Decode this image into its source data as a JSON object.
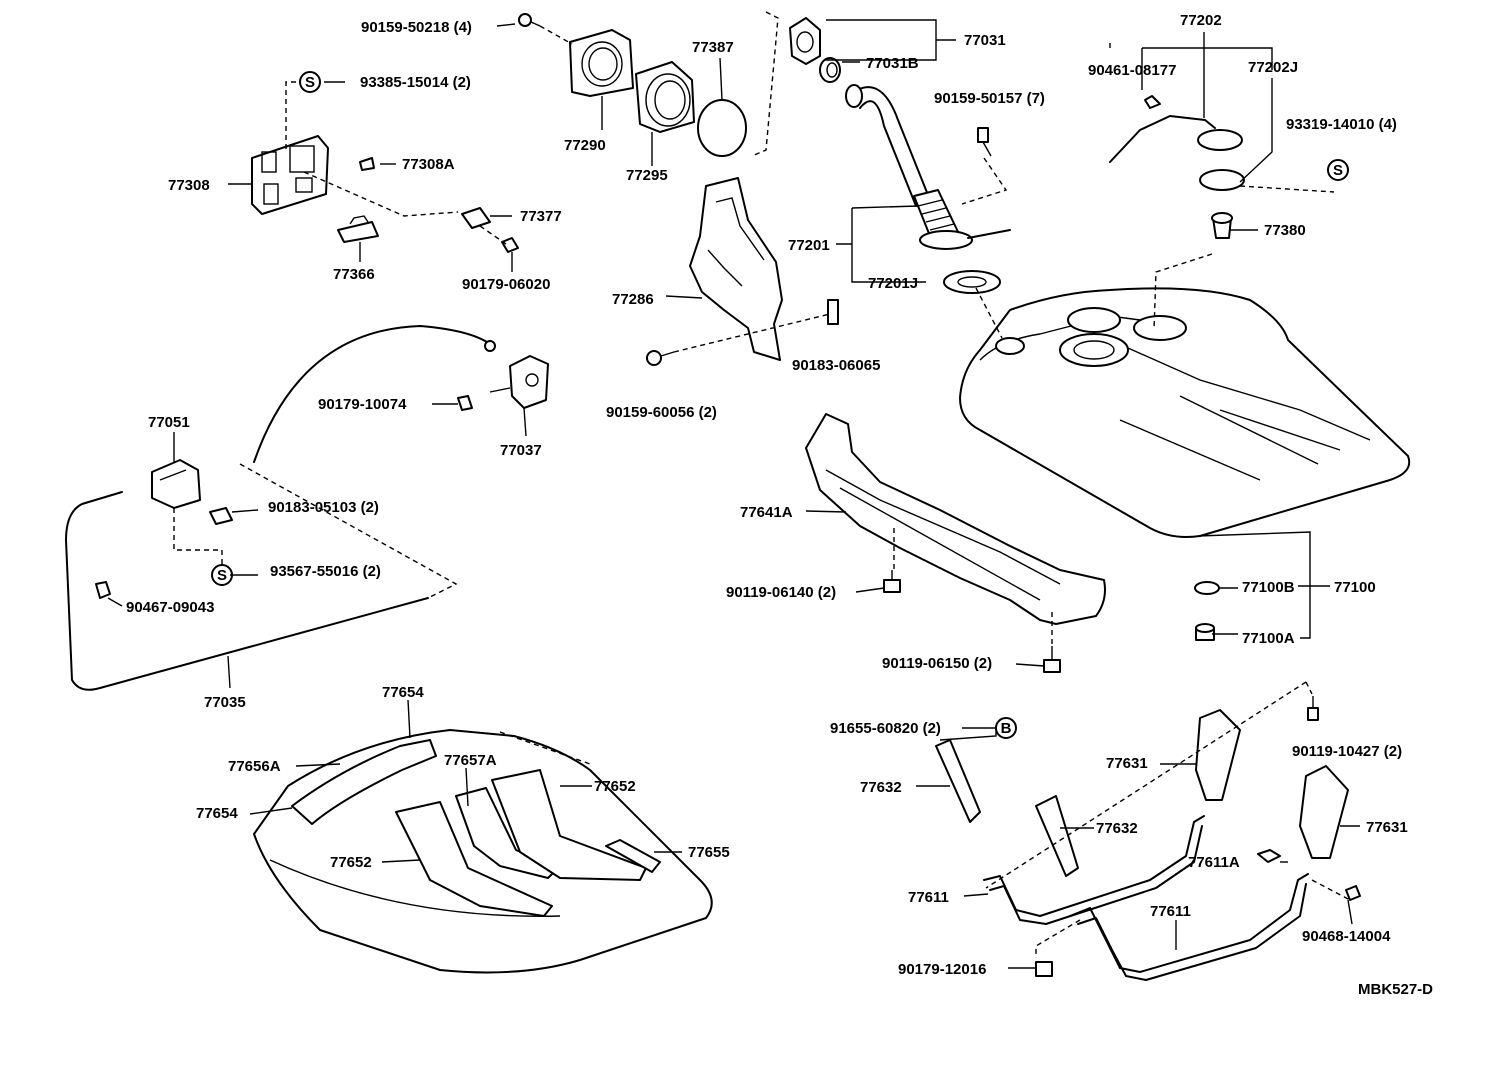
{
  "labels": {
    "l_90159_50218": "90159-50218 (4)",
    "l_93385_15014": "93385-15014 (2)",
    "l_77308": "77308",
    "l_77308A": "77308A",
    "l_77366": "77366",
    "l_77377": "77377",
    "l_90179_06020": "90179-06020",
    "l_77290": "77290",
    "l_77295": "77295",
    "l_77387": "77387",
    "l_77031": "77031",
    "l_77031B": "77031B",
    "l_90159_50157": "90159-50157 (7)",
    "l_77202": "77202",
    "l_90461_08177": "90461-08177",
    "l_77202J": "77202J",
    "l_93319_14010": "93319-14010 (4)",
    "l_77380": "77380",
    "l_77201": "77201",
    "l_77201J": "77201J",
    "l_77286": "77286",
    "l_90183_06065": "90183-06065",
    "l_90159_60056": "90159-60056 (2)",
    "l_90179_10074": "90179-10074",
    "l_77037": "77037",
    "l_77051": "77051",
    "l_90183_05103": "90183-05103 (2)",
    "l_93567_55016": "93567-55016 (2)",
    "l_90467_09043": "90467-09043",
    "l_77035": "77035",
    "l_77641A": "77641A",
    "l_90119_06140": "90119-06140 (2)",
    "l_90119_06150": "90119-06150 (2)",
    "l_77100B": "77100B",
    "l_77100": "77100",
    "l_77100A": "77100A",
    "l_77654_top": "77654",
    "l_77656A": "77656A",
    "l_77657A": "77657A",
    "l_77652_right": "77652",
    "l_77654_left": "77654",
    "l_77652_left": "77652",
    "l_77655": "77655",
    "l_91655_60820": "91655-60820 (2)",
    "l_77632_a": "77632",
    "l_77631_a": "77631",
    "l_90119_10427": "90119-10427 (2)",
    "l_77632_b": "77632",
    "l_77631_b": "77631",
    "l_77611A": "77611A",
    "l_77611_a": "77611",
    "l_77611_b": "77611",
    "l_90468_14004": "90468-14004",
    "l_90179_12016": "90179-12016",
    "code": "MBK527-D"
  },
  "symbols": {
    "s": "S",
    "b": "B"
  }
}
